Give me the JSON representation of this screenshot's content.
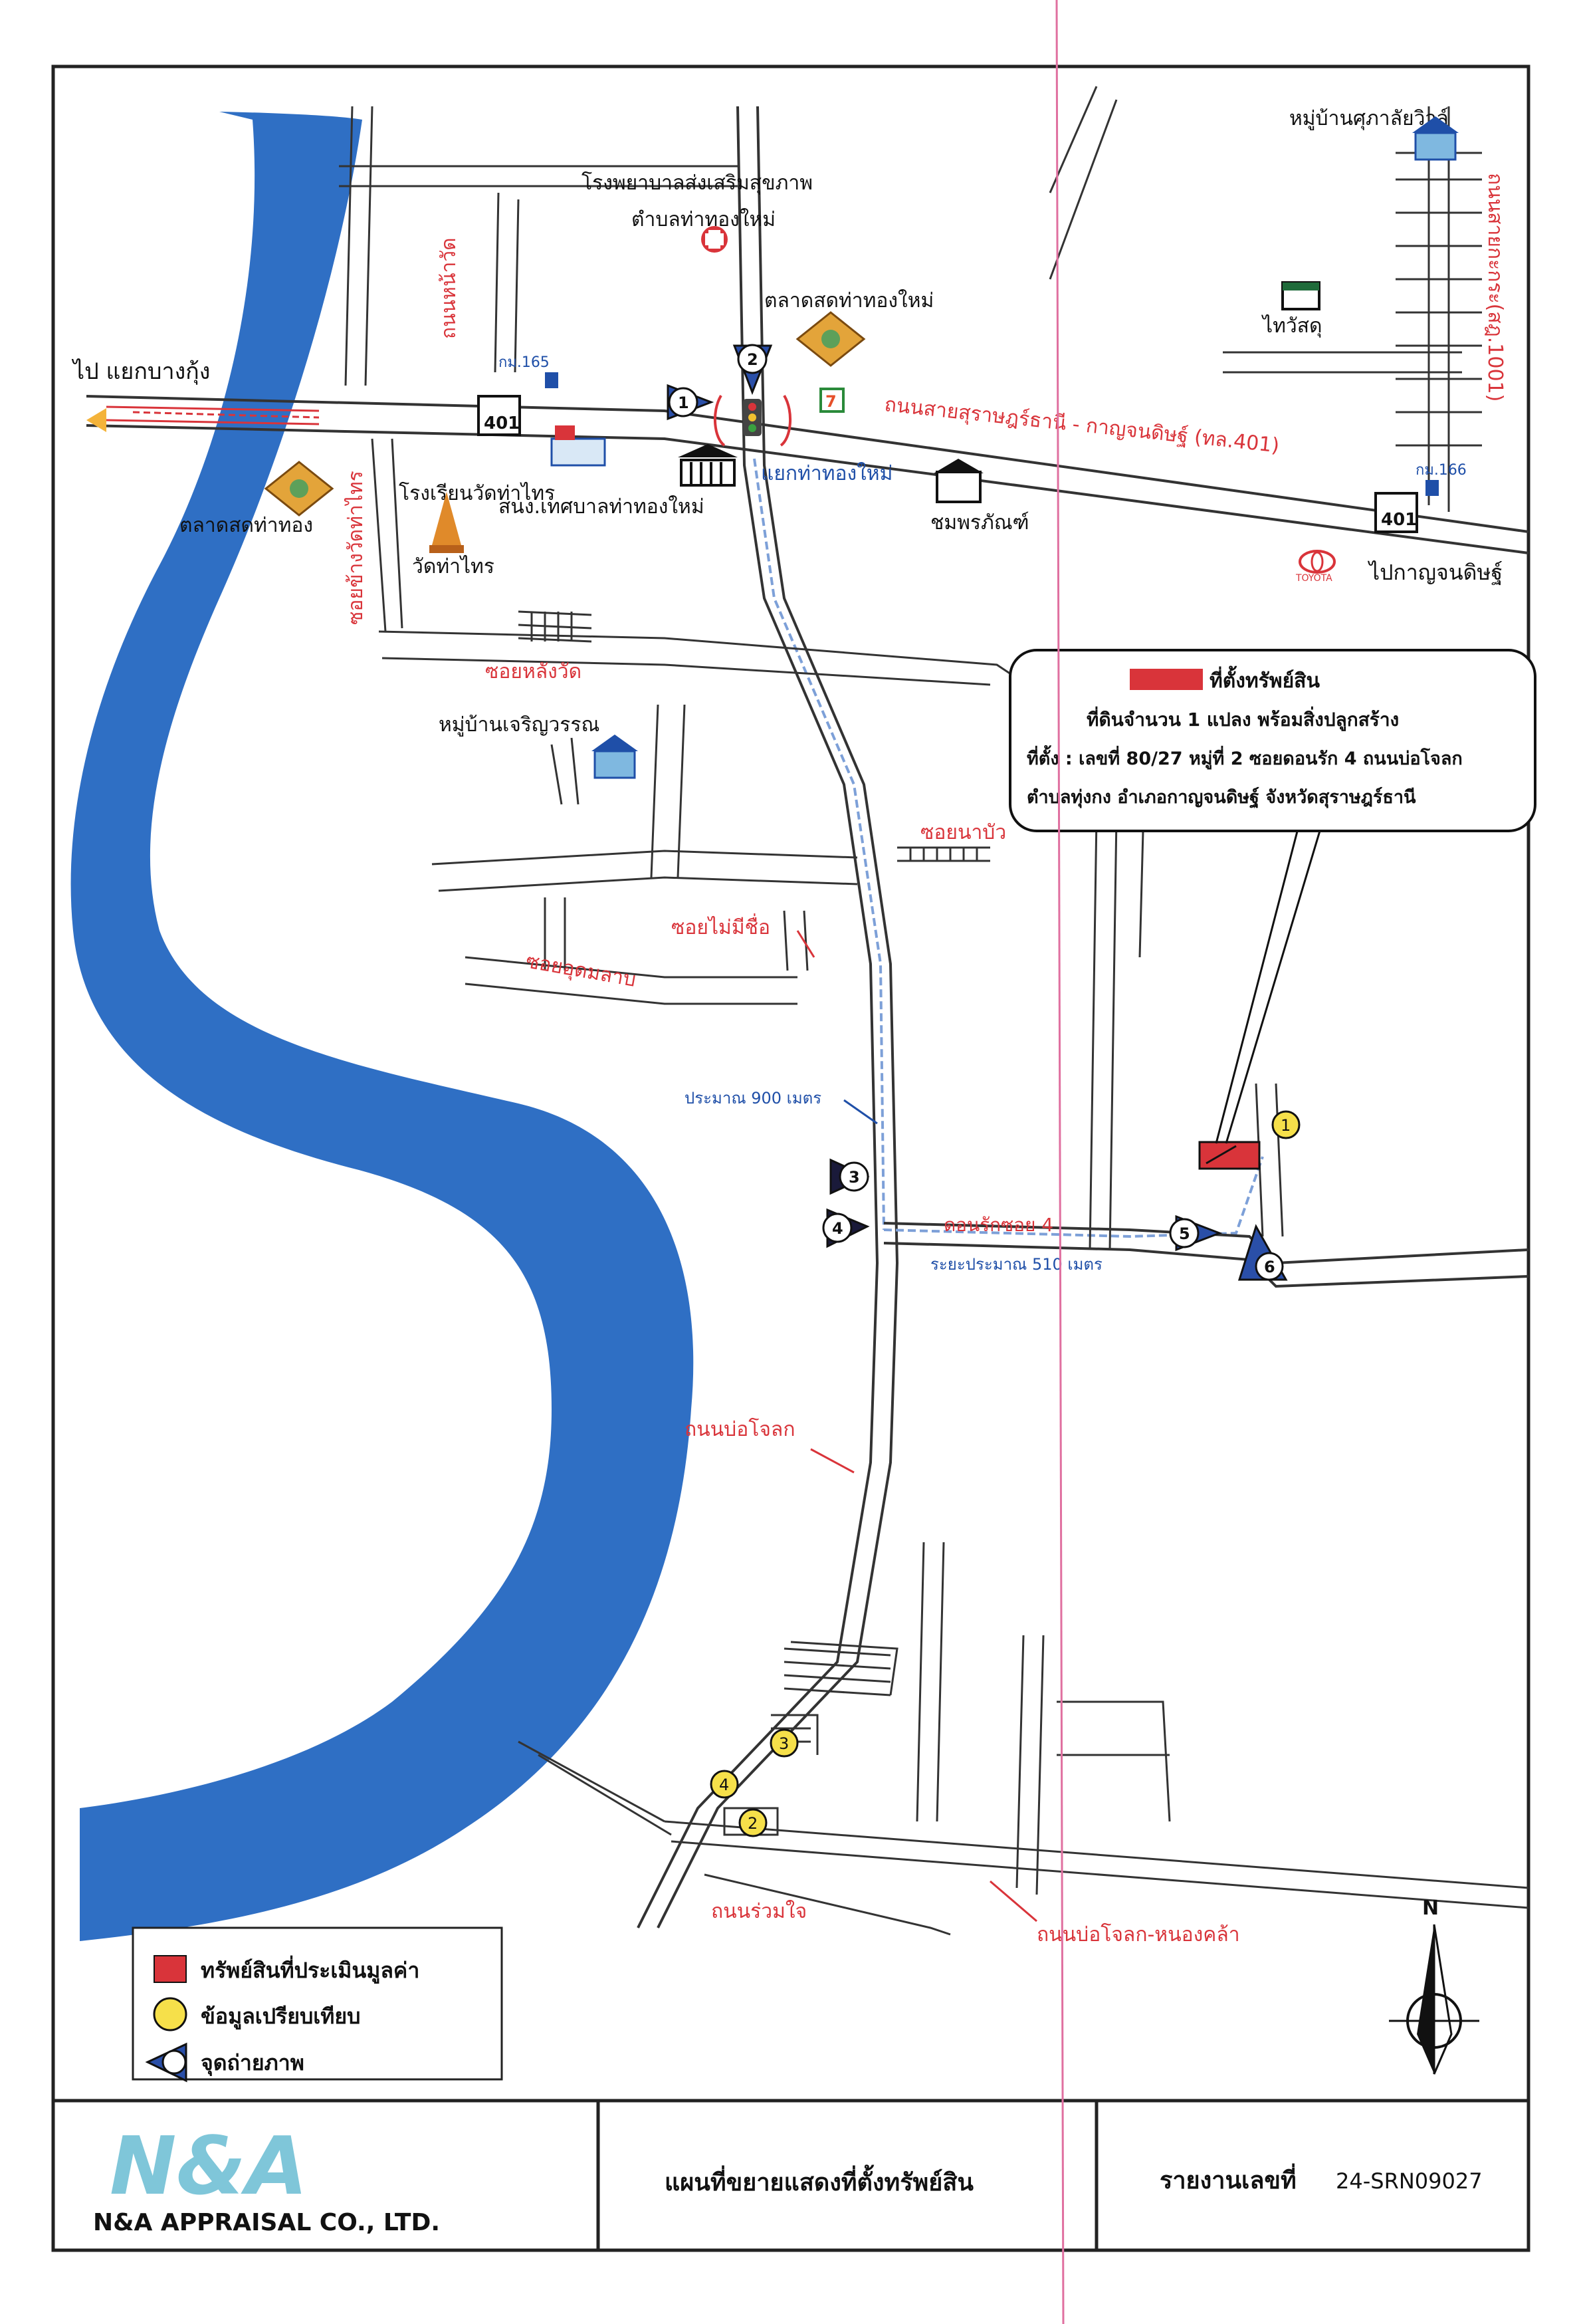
{
  "labels": {
    "hospital_line1": "โรงพยาบาลส่งเสริมสุขภาพ",
    "hospital_line2": "ตำบลท่าทองใหม่",
    "market_new": "ตลาดสดท่าทองใหม่",
    "village_supalai": "หมู่บ้านศุภาลัยวิวล์",
    "thaiwatsadu": "ไทวัสดุ",
    "to_bangkung": "ไป แยกบางกุ้ง",
    "km165": "กม.165",
    "km166": "กม.166",
    "route_num": "401",
    "thanon_na_wat": "ถนนหน้าวัด",
    "main_road": "ถนนสายสุราษฎร์ธานี - กาญจนดิษฐ์ (ทล.401)",
    "school": "โรงเรียนวัดท่าไทร",
    "municipality": "สนง.เทศบาลท่าทองใหม่",
    "junction": "แยกท่าทองใหม่",
    "chomphon": "ชมพรภัณฑ์",
    "market_thathong": "ตลาดสดท่าทอง",
    "wat_thasai": "วัดท่าไทร",
    "soi_khang_wat": "ซอยข้างวัดท่าไทร",
    "to_kanchanadit": "ไปกาญจนดิษฐ์",
    "toyota": "TOYOTA",
    "road_1001": "ถนนสายกะกระ(สฎ.1001)",
    "soi_lang_wat": "ซอยหลังวัด",
    "village_charoen": "หมู่บ้านเจริญวรรณ",
    "soi_nabua": "ซอยนาบัว",
    "soi_mai_mi_chue": "ซอยไม่มีชื่อ",
    "soi_udom": "ซอยอุดมลาบ",
    "approx_900": "ประมาณ 900 เมตร",
    "donrak_soi4": "ดอนรักซอย 4",
    "approx_510": "ระยะประมาณ 510 เมตร",
    "thanon_bocholok": "ถนนบ่อโจลก",
    "thanon_ruamjai": "ถนนร่วมใจ",
    "thanon_bocholok_nongkla": "ถนนบ่อโจลก-หนองคล้า",
    "north": "N"
  },
  "callout": {
    "title": "ที่ตั้งทรัพย์สิน",
    "line1": "ที่ดินจำนวน 1 แปลง พร้อมสิ่งปลูกสร้าง",
    "line2": "ที่ตั้ง : เลขที่ 80/27 หมู่ที่ 2 ซอยดอนรัก 4 ถนนบ่อโจลก",
    "line3": "ตำบลทุ่งกง อำเภอกาญจนดิษฐ์ จังหวัดสุราษฎร์ธานี"
  },
  "photo_points": [
    "1",
    "2",
    "3",
    "4",
    "5",
    "6"
  ],
  "comparables": [
    "1",
    "2",
    "3",
    "4"
  ],
  "legend": {
    "subject": "ทรัพย์สินที่ประเมินมูลค่า",
    "comparable": "ข้อมูลเปรียบเทียบ",
    "photo": "จุดถ่ายภาพ"
  },
  "footer": {
    "company_logo": "N&A",
    "company_name": "N&A APPRAISAL CO., LTD.",
    "title": "แผนที่ขยายแสดงที่ตั้งทรัพย์สิน",
    "report_label": "รายงานเลขที่",
    "report_no": "24-SRN09027"
  },
  "colors": {
    "river": "#2f6fc4",
    "label_red": "#d9343a",
    "label_blue": "#1f4fa8",
    "subject_fill": "#d9343a",
    "comparable_fill": "#f6e04a",
    "road_route": "#7da0d8"
  }
}
